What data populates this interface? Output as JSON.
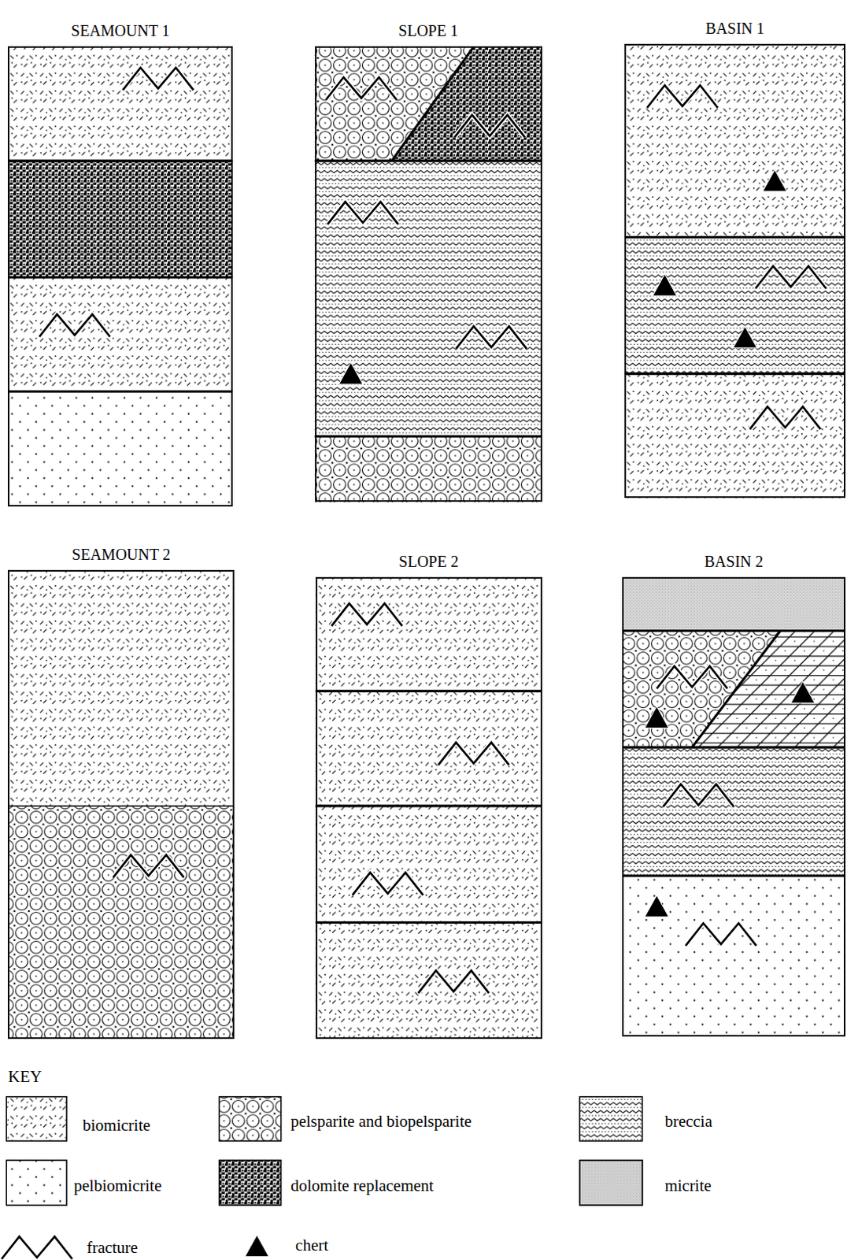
{
  "diagram": {
    "nodes": [
      {
        "text": [
          "SEAMOUNT 1"
        ]
      },
      {
        "text": [
          "SLOPE 1"
        ]
      },
      {
        "text": [
          "BASIN 1"
        ]
      },
      {
        "text": [
          "SEAMOUNT 2"
        ]
      },
      {
        "text": [
          "SLOPE 2"
        ]
      },
      {
        "text": [
          "BASIN 2"
        ]
      }
    ],
    "labels": [
      "KEY"
    ],
    "legend": [
      {
        "text": "biomicrite"
      },
      {
        "text": "pelsparite and biopelsparite"
      },
      {
        "text": "breccia"
      },
      {
        "text": "pelbiomicrite"
      },
      {
        "text": "dolomite replacement"
      },
      {
        "text": "micrite",
        "color": "#d4d4d4"
      },
      {
        "text": "fracture"
      },
      {
        "text": "chert"
      }
    ]
  }
}
